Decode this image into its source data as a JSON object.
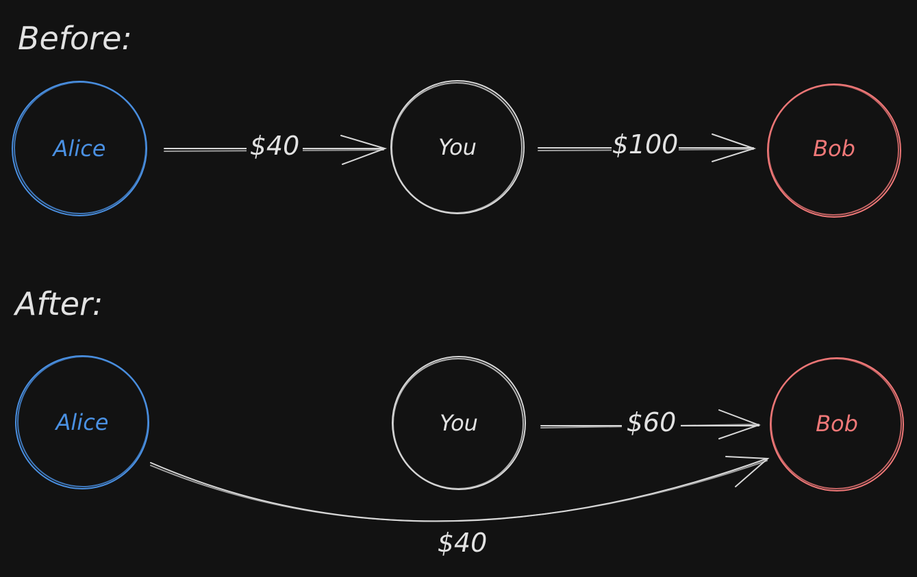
{
  "colors": {
    "background": "#121212",
    "default_stroke": "#d8d8d8",
    "alice": "#4a90e2",
    "bob": "#f07878"
  },
  "before": {
    "title": "Before:",
    "nodes": {
      "alice": "Alice",
      "you": "You",
      "bob": "Bob"
    },
    "edges": [
      {
        "from": "Alice",
        "to": "You",
        "label": "$40"
      },
      {
        "from": "You",
        "to": "Bob",
        "label": "$100"
      }
    ]
  },
  "after": {
    "title": "After:",
    "nodes": {
      "alice": "Alice",
      "you": "You",
      "bob": "Bob"
    },
    "edges": [
      {
        "from": "You",
        "to": "Bob",
        "label": "$60"
      },
      {
        "from": "Alice",
        "to": "Bob",
        "label": "$40"
      }
    ]
  }
}
